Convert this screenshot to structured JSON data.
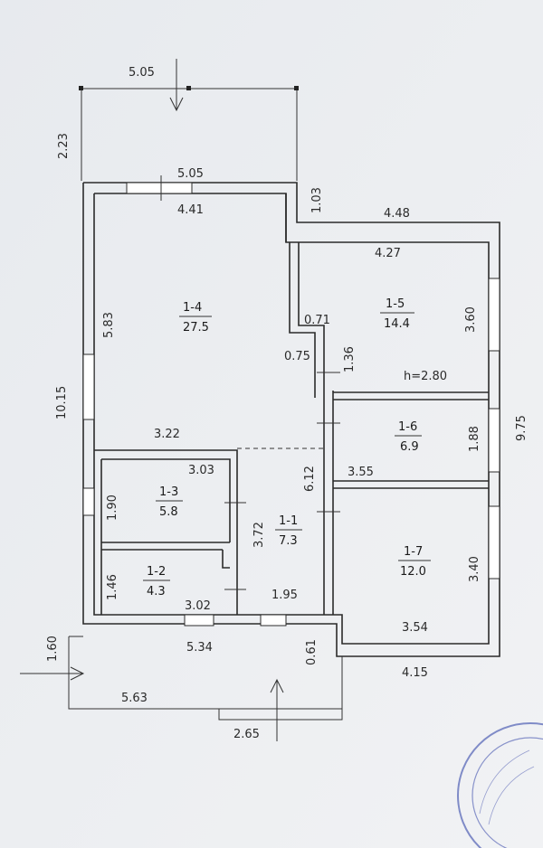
{
  "plan": {
    "dims": {
      "top_ext_width": "5.05",
      "top_ext_depth": "2.23",
      "top_wall_outer": "5.05",
      "r14_inner_width": "4.41",
      "step_103": "1.03",
      "right_top_outer": "4.48",
      "r15_inner_width": "4.27",
      "r14_depth": "5.83",
      "r15_depth": "3.60",
      "step_071": "0.71",
      "step_075": "0.75",
      "corr_136": "1.36",
      "ceiling_height": "h=2.80",
      "left_total": "10.15",
      "right_total": "9.75",
      "r11_width_322": "3.22",
      "r13_width": "3.03",
      "r16_depth": "1.88",
      "r11_depth_612": "6.12",
      "r16_width": "3.55",
      "r13_depth": "1.90",
      "r11_depth_372": "3.72",
      "r17_depth": "3.40",
      "r12_depth": "1.46",
      "r12_width": "3.02",
      "r11_width_195": "1.95",
      "r17_width": "3.54",
      "terrace_depth": "1.60",
      "terrace_inner": "5.34",
      "terrace_step": "0.61",
      "bottom_right_outer": "4.15",
      "terrace_width": "5.63",
      "porch_width": "2.65"
    },
    "rooms": [
      {
        "id": "1-4",
        "area": "27.5"
      },
      {
        "id": "1-5",
        "area": "14.4"
      },
      {
        "id": "1-6",
        "area": "6.9"
      },
      {
        "id": "1-3",
        "area": "5.8"
      },
      {
        "id": "1-1",
        "area": "7.3"
      },
      {
        "id": "1-7",
        "area": "12.0"
      },
      {
        "id": "1-2",
        "area": "4.3"
      }
    ]
  }
}
